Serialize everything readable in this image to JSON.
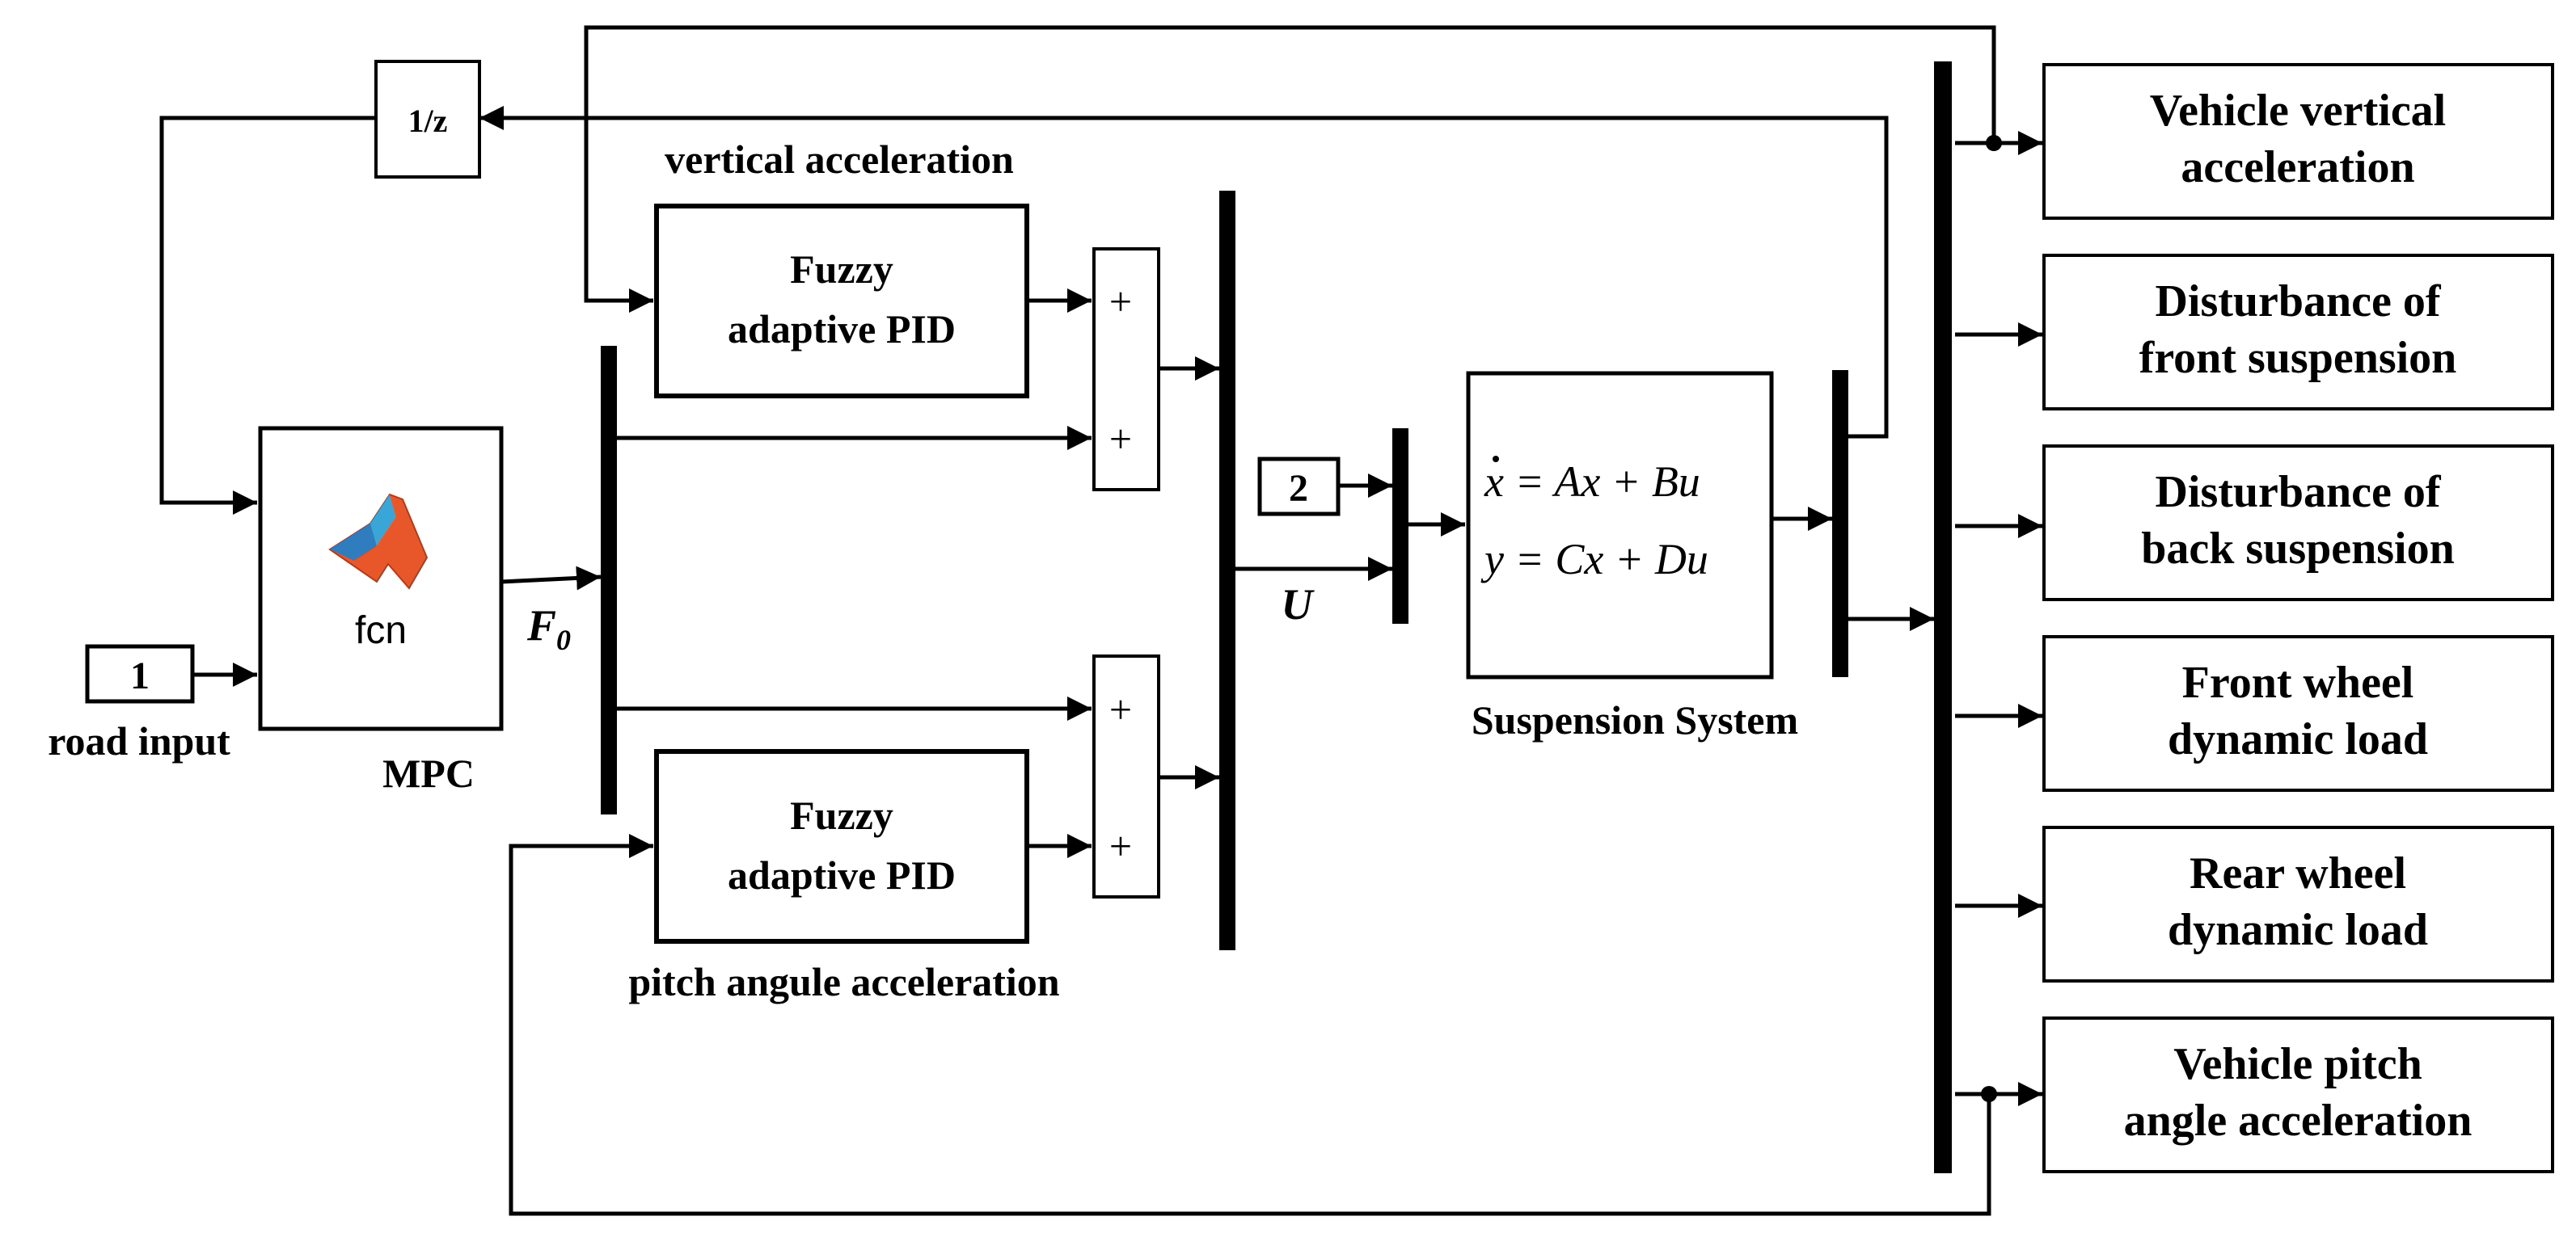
{
  "delay_block": {
    "label": "1/z"
  },
  "mpc_block": {
    "function_label": "fcn",
    "caption": "MPC",
    "icon": "matlab-logo-icon"
  },
  "road_input": {
    "port_number": "1",
    "caption": "road input"
  },
  "fuzzy_pid_top": {
    "line1": "Fuzzy",
    "line2": "adaptive PID",
    "caption": "vertical acceleration"
  },
  "fuzzy_pid_bottom": {
    "line1": "Fuzzy",
    "line2": "adaptive PID",
    "caption": "pitch angule acceleration"
  },
  "sum_top": {
    "sign1": "+",
    "sign2": "+"
  },
  "sum_bottom": {
    "sign1": "+",
    "sign2": "+"
  },
  "mpc_output_label": {
    "main": "F",
    "sub": "0"
  },
  "mux_output_label": "U",
  "constant_input": {
    "port_number": "2"
  },
  "state_space": {
    "eq1": {
      "lhs": "x",
      "rest": " = Ax + Bu"
    },
    "eq2": {
      "lhs": "y",
      "rest": " = Cx + Du"
    },
    "caption": "Suspension System"
  },
  "outputs": [
    {
      "line1": "Vehicle vertical",
      "line2": "acceleration"
    },
    {
      "line1": "Disturbance of",
      "line2": "front suspension"
    },
    {
      "line1": "Disturbance of",
      "line2": "back suspension"
    },
    {
      "line1": "Front wheel",
      "line2": "dynamic load"
    },
    {
      "line1": "Rear wheel",
      "line2": "dynamic load"
    },
    {
      "line1": "Vehicle pitch",
      "line2": "angle acceleration"
    }
  ]
}
